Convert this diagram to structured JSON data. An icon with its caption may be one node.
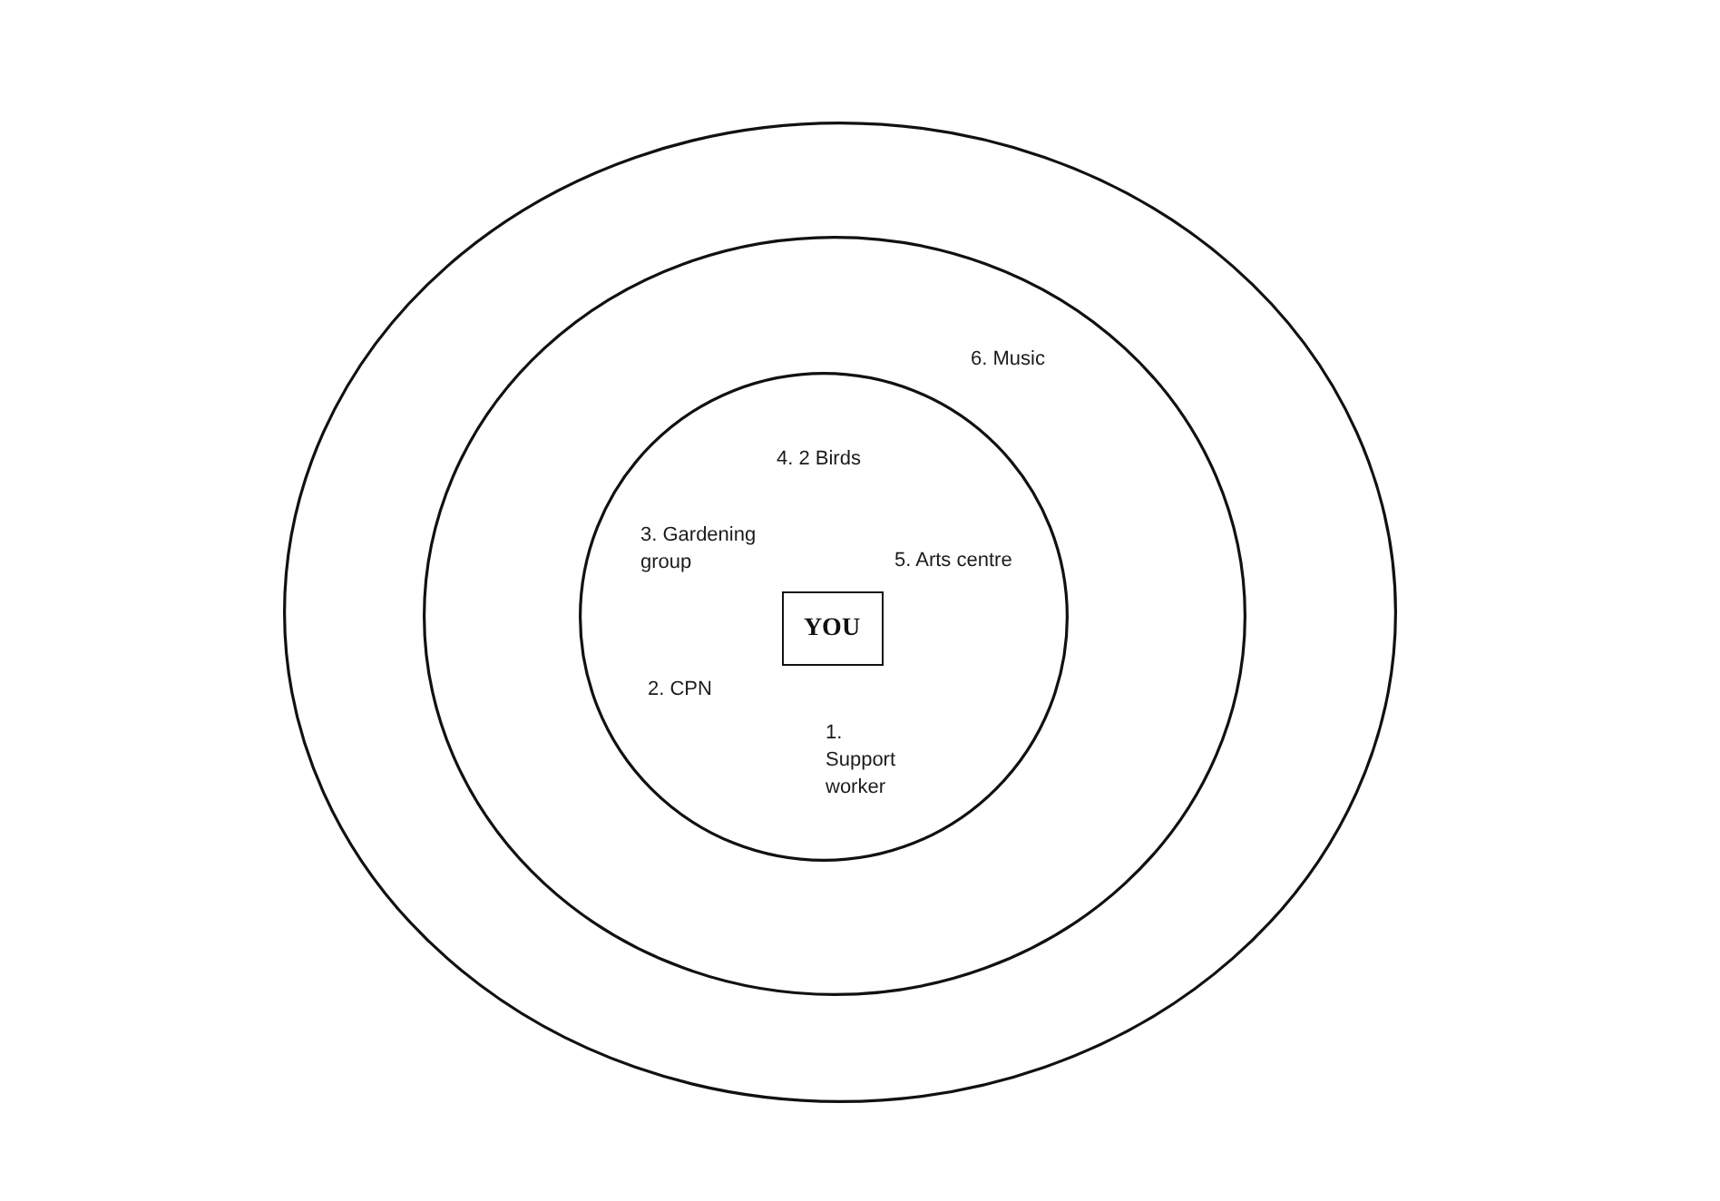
{
  "diagram": {
    "nodes": [
      {
        "text": [],
        "shape": "ellipse"
      },
      {
        "text": [],
        "shape": "ellipse",
        "in": 0
      },
      {
        "text": [],
        "shape": "circle",
        "in": 1
      },
      {
        "text": [
          "YOU"
        ],
        "in": 2
      }
    ],
    "edges": [],
    "labels": [
      "6. Music",
      "4. 2 Birds",
      "3. Gardening group",
      "5. Arts centre",
      "2. CPN",
      "1. Support worker"
    ]
  }
}
